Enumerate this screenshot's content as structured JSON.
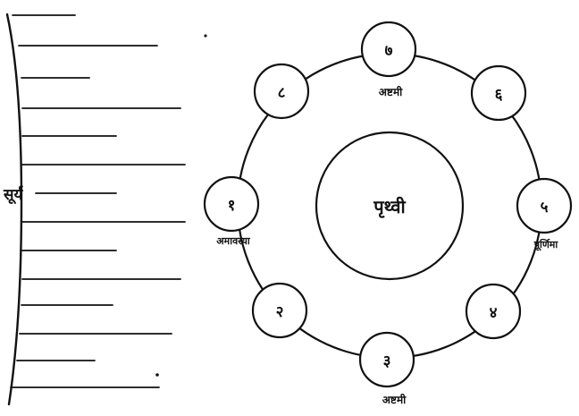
{
  "diagram": {
    "sun_label": "सूर्य",
    "earth_label": "पृथ्वी",
    "moons": [
      {
        "id": "new-moon",
        "number": "१",
        "caption": "अमावस्या"
      },
      {
        "id": "phase-2-lower-left",
        "number": "२",
        "caption": ""
      },
      {
        "id": "phase-3-bottom",
        "number": "३",
        "caption": "अष्टमी"
      },
      {
        "id": "phase-4-lower-right",
        "number": "४",
        "caption": ""
      },
      {
        "id": "full-moon",
        "number": "५",
        "caption": "पूर्णिमा"
      },
      {
        "id": "phase-6-upper-right",
        "number": "६",
        "caption": ""
      },
      {
        "id": "phase-7-top",
        "number": "७",
        "caption": "अष्टमी"
      },
      {
        "id": "phase-8-upper-left",
        "number": "८",
        "caption": ""
      }
    ]
  }
}
